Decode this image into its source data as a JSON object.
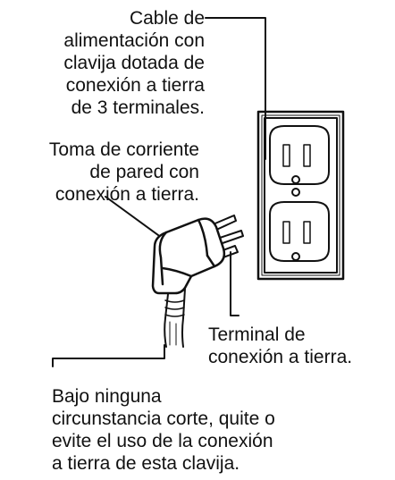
{
  "labels": {
    "power_cord": [
      "Cable de",
      "alimentación con",
      "clavija dotada de",
      "conexión a tierra",
      "de 3 terminales."
    ],
    "wall_outlet": [
      "Toma de corriente",
      "de pared con",
      "conexión a tierra."
    ],
    "ground_terminal": [
      "Terminal de",
      "conexión a tierra."
    ],
    "warning": [
      "Bajo ninguna",
      "circunstancia corte, quite o",
      "evite el uso de la conexión",
      "a tierra de esta clavija."
    ]
  }
}
